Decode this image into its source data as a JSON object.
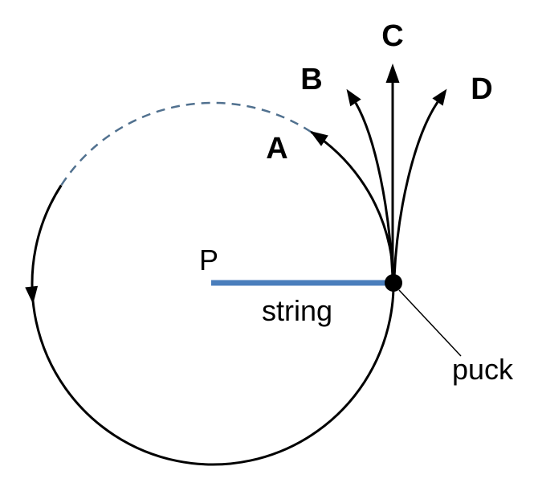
{
  "figure": {
    "labels": {
      "path_a": "A",
      "path_b": "B",
      "path_c": "C",
      "path_d": "D",
      "center_point": "P",
      "string": "string",
      "puck": "puck"
    }
  },
  "colors": {
    "string_line": "#4a7ebc",
    "dashed_arc": "#51718f",
    "ink": "#000000"
  }
}
